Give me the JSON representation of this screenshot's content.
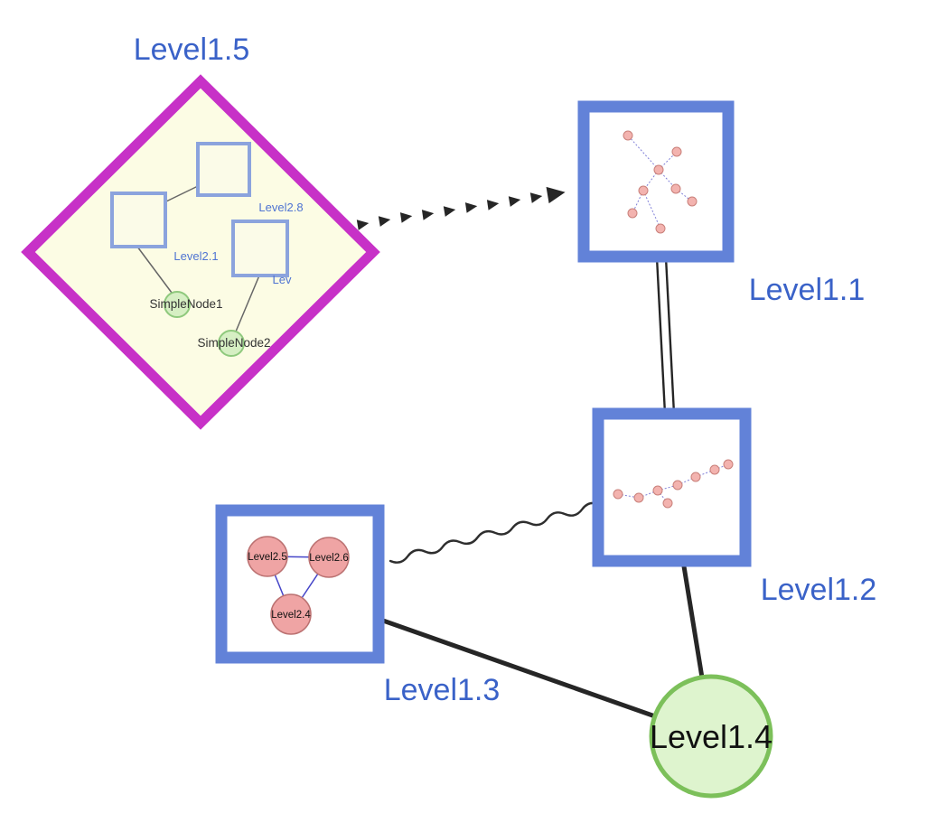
{
  "colors": {
    "label_blue": "#3a62c8",
    "inner_label_blue": "#4f74d2",
    "diamond_stroke": "#c731c7",
    "diamond_fill": "#fcfce4",
    "group_stroke": "#6282d8",
    "group_fill": "#ffffff",
    "inner_square_stroke": "#8ba3dd",
    "inner_square_fill": "#fbfbe8",
    "simple_node_fill": "#d6efc3",
    "simple_node_stroke": "#8fc97d",
    "level14_fill": "#def4ce",
    "level14_stroke": "#7cc05a",
    "mini_node_fill": "#f3b3af",
    "mini_node_stroke": "#c9807a",
    "tri_node_fill": "#efa4a4",
    "tri_node_stroke": "#bb7171",
    "edge_dark": "#262626",
    "mini_edge_blue": "#8080d8",
    "tri_edge_blue": "#4545c8",
    "dark_text": "#111111",
    "node_text": "#333333"
  },
  "nodes": {
    "level1_5": {
      "label": "Level1.5",
      "shape": "diamond"
    },
    "level1_1": {
      "label": "Level1.1",
      "shape": "square"
    },
    "level1_2": {
      "label": "Level1.2",
      "shape": "square"
    },
    "level1_3": {
      "label": "Level1.3",
      "shape": "square"
    },
    "level1_4": {
      "label": "Level1.4",
      "shape": "circle"
    },
    "level2_8": {
      "label": "Level2.8"
    },
    "level2_1": {
      "label": "Level2.1"
    },
    "level2_trunc": {
      "label": "Lev"
    },
    "simple_node_1": {
      "label": "SimpleNode1"
    },
    "simple_node_2": {
      "label": "SimpleNode2"
    },
    "level2_5": {
      "label": "Level2.5"
    },
    "level2_6": {
      "label": "Level2.6"
    },
    "level2_4": {
      "label": "Level2.4"
    }
  },
  "edges": [
    {
      "from": "Level1.5",
      "to": "Level1.1",
      "style": "thick-dashed-arrow"
    },
    {
      "from": "Level1.1",
      "to": "Level1.2",
      "style": "double-line"
    },
    {
      "from": "Level1.3",
      "to": "Level1.2",
      "style": "wavy"
    },
    {
      "from": "Level1.3",
      "to": "Level1.4",
      "style": "solid"
    },
    {
      "from": "Level1.2",
      "to": "Level1.4",
      "style": "solid"
    }
  ]
}
